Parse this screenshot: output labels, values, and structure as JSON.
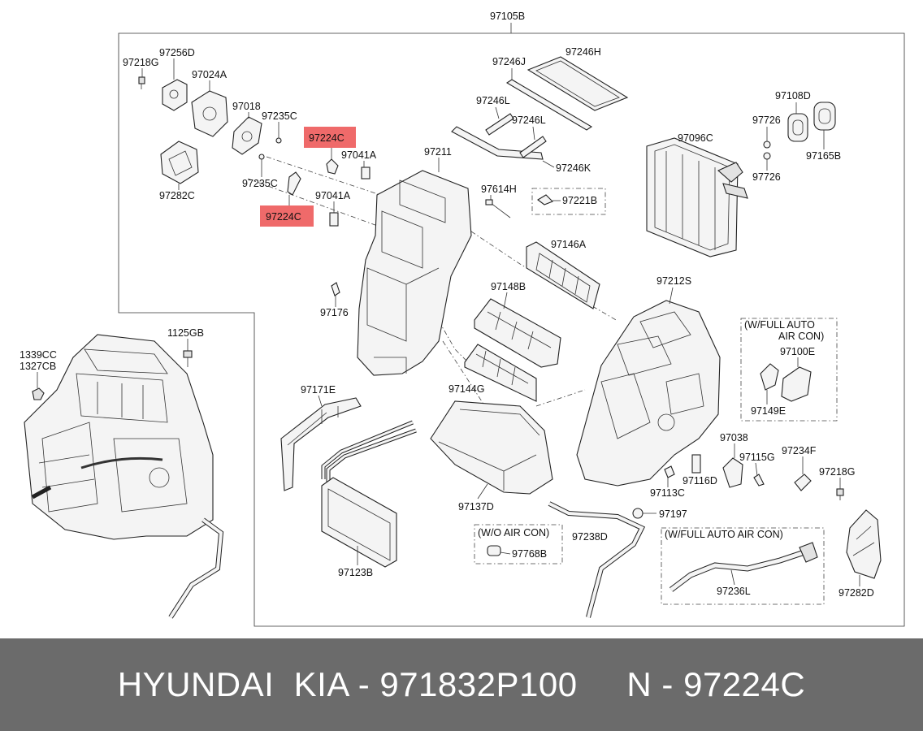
{
  "diagram": {
    "main_label": "97105B",
    "labels": {
      "l97256D": "97256D",
      "l97218G_a": "97218G",
      "l97024A": "97024A",
      "l97018": "97018",
      "l97235C_a": "97235C",
      "l97224C_a": "97224C",
      "l97041A_a": "97041A",
      "l97211": "97211",
      "l97235C_b": "97235C",
      "l97041A_b": "97041A",
      "l97224C_b": "97224C",
      "l97282C": "97282C",
      "l97246J": "97246J",
      "l97246H": "97246H",
      "l97246L_a": "97246L",
      "l97246L_b": "97246L",
      "l97246K": "97246K",
      "l97614H": "97614H",
      "l97221B": "97221B",
      "l97108D": "97108D",
      "l97726_a": "97726",
      "l97726_b": "97726",
      "l97165B": "97165B",
      "l97096C": "97096C",
      "l97146A": "97146A",
      "l97148B": "97148B",
      "l97212S": "97212S",
      "l97176": "97176",
      "l97144G": "97144G",
      "l97171E": "97171E",
      "l97137D": "97137D",
      "l97123B": "97123B",
      "l97038": "97038",
      "l97115G": "97115G",
      "l97234F": "97234F",
      "l97218G_b": "97218G",
      "l97116D": "97116D",
      "l97113C": "97113C",
      "l97197": "97197",
      "l97238D": "97238D",
      "l97768B": "97768B",
      "l97236L": "97236L",
      "l97282D": "97282D",
      "l97100E": "97100E",
      "l97149E": "97149E",
      "l1339CC": "1339CC",
      "l1327CB": "1327CB",
      "l1125GB": "1125GB"
    },
    "notes": {
      "wo_air_con": "(W/O AIR CON)",
      "full_auto_1": "(W/FULL AUTO",
      "full_auto_2": "AIR CON)",
      "full_auto_long": "(W/FULL AUTO AIR CON)"
    },
    "highlight_color": "#ef6a6a"
  },
  "footer": {
    "text": "HYUNDAI  KIA - 971832P100     N - 97224C",
    "background": "#6b6b6b",
    "color": "#ffffff"
  }
}
